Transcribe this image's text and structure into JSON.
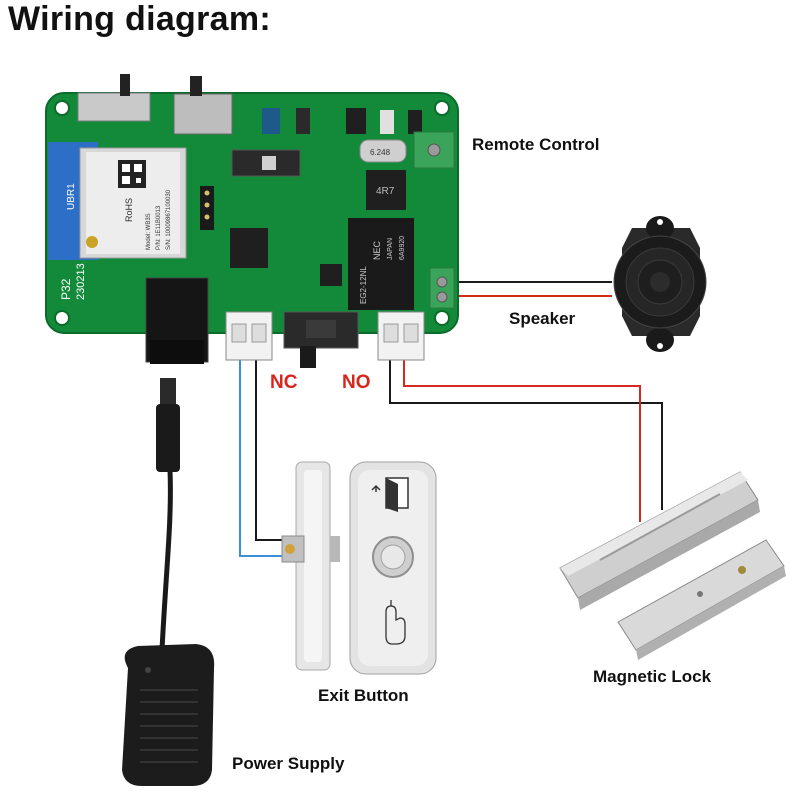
{
  "title": "Wiring diagram:",
  "labels": {
    "remote_control": "Remote Control",
    "speaker": "Speaker",
    "exit_button": "Exit Button",
    "magnetic_lock": "Magnetic Lock",
    "power_supply": "Power Supply"
  },
  "ports": {
    "nc": "NC",
    "no": "NO"
  },
  "board_text": {
    "model": "P32",
    "date": "230213",
    "antenna_label": "UBR1",
    "module_mark": "RoHS",
    "module_pn": "P/N: 1E11B0013",
    "module_sn": "S/N: 10009867100030",
    "module_model": "Model: WB3S",
    "relay_line1": "EG2-12NL",
    "relay_line2": "NEC",
    "relay_line3": "JAPAN",
    "relay_line4": "6A9920",
    "crystal": "6.248",
    "inductor": "4R7"
  },
  "colors": {
    "pcb": "#138a3a",
    "pcb_dark": "#0b6b2b",
    "port_label": "#d9261c",
    "wire_red": "#d32b1f",
    "wire_blue": "#3a8fd6",
    "wire_black": "#1a1a1a",
    "terminal_green": "#3aa55a"
  },
  "icons": [
    "door-open-icon",
    "push-hand-icon"
  ]
}
